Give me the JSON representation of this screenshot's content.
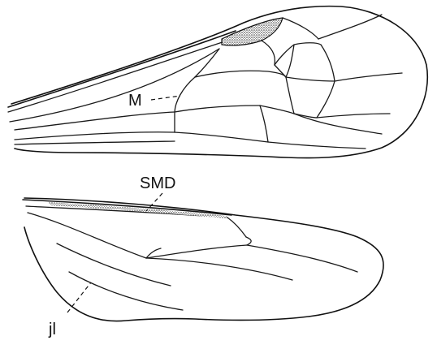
{
  "labels": {
    "fore_vein": "M",
    "hind_costal": "SMD",
    "hind_lobe": "jl"
  },
  "stigma_color": "#555555"
}
